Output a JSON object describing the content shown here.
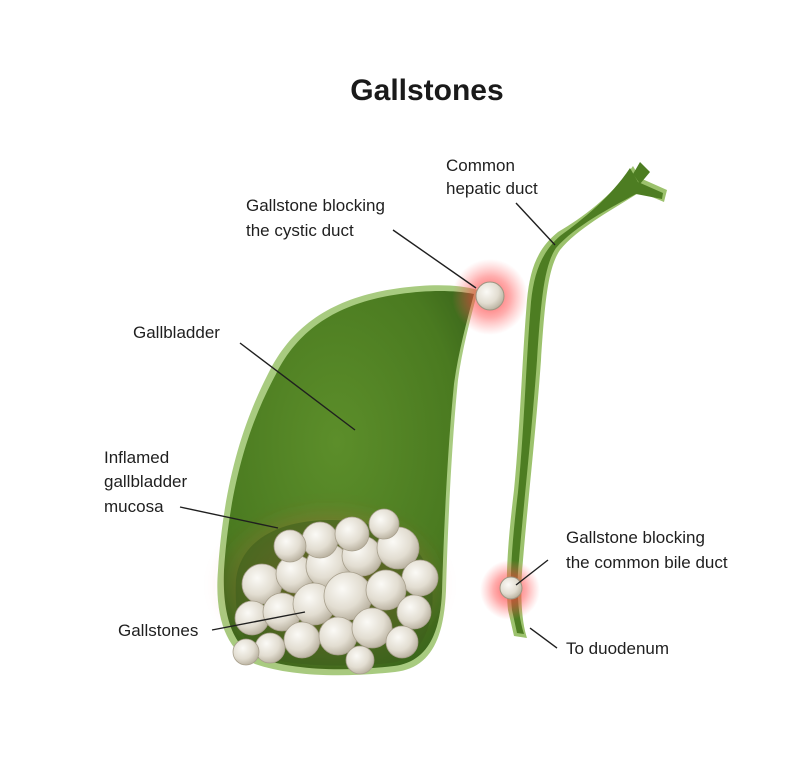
{
  "title": "Gallstones",
  "labels": {
    "common_hepatic_duct": [
      "Common",
      "hepatic duct"
    ],
    "cystic_duct_block": [
      "Gallstone blocking",
      "the cystic duct"
    ],
    "gallbladder": [
      "Gallbladder"
    ],
    "inflamed_mucosa": [
      "Inflamed",
      "gallbladder",
      "mucosa"
    ],
    "gallstones": [
      "Gallstones"
    ],
    "common_bile_duct_block": [
      "Gallstone blocking",
      "the common bile duct"
    ],
    "to_duodenum": [
      "To duodenum"
    ]
  },
  "colors": {
    "organ_fill": "#4f7d23",
    "organ_dark": "#3a6418",
    "organ_outline": "#b9d49a",
    "duct_fill": "#4d7d22",
    "stone_fill": "#e5e1d6",
    "stone_shadow": "#b8b0a0",
    "inflammation": "#ff3b3b"
  }
}
